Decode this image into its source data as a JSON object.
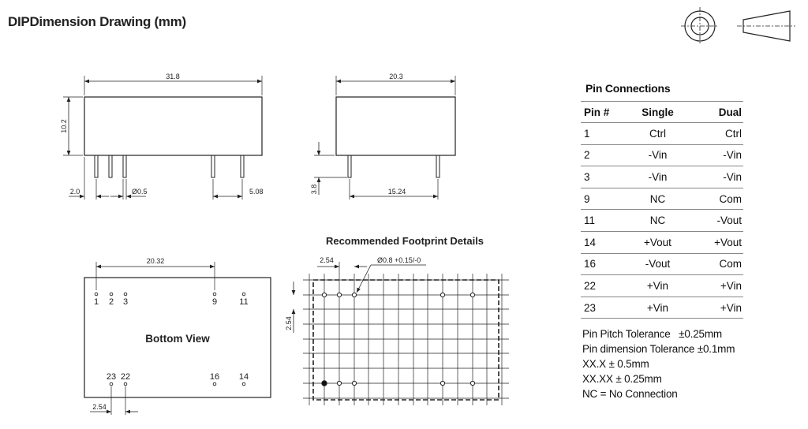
{
  "title": "DIPDimension Drawing (mm)",
  "icons": [
    "projection-circle-icon",
    "projection-cone-icon"
  ],
  "front_view": {
    "width_label": "31.8",
    "height_label": "10.2",
    "edge_offset_label": "2.0",
    "pin_diameter_label": "Ø0.5",
    "pin_spacing_label": "5.08"
  },
  "side_view": {
    "width_label": "20.3",
    "pin_length_label": "3.8",
    "row_spacing_label": "15.24"
  },
  "bottom_view": {
    "label": "Bottom View",
    "span_label": "20.32",
    "pitch_label": "2.54",
    "top_pins": [
      "1",
      "2",
      "3",
      "9",
      "11"
    ],
    "bottom_pins": [
      "23",
      "22",
      "16",
      "14"
    ]
  },
  "footprint": {
    "title": "Recommended Footprint Details",
    "pitch_label": "2.54",
    "hole_label": "Ø0.8 +0.15/-0",
    "vertical_pitch_label": "2.54"
  },
  "pin_connections": {
    "title": "Pin Connections",
    "headers": [
      "Pin #",
      "Single",
      "Dual"
    ],
    "rows": [
      [
        "1",
        "Ctrl",
        "Ctrl"
      ],
      [
        "2",
        "-Vin",
        "-Vin"
      ],
      [
        "3",
        "-Vin",
        "-Vin"
      ],
      [
        "9",
        "NC",
        "Com"
      ],
      [
        "11",
        "NC",
        "-Vout"
      ],
      [
        "14",
        "+Vout",
        "+Vout"
      ],
      [
        "16",
        "-Vout",
        "Com"
      ],
      [
        "22",
        "+Vin",
        "+Vin"
      ],
      [
        "23",
        "+Vin",
        "+Vin"
      ]
    ],
    "notes": [
      "Pin Pitch Tolerance   ±0.25mm",
      "Pin dimension Tolerance ±0.1mm",
      "XX.X ± 0.5mm",
      "XX.XX ± 0.25mm",
      "NC = No Connection"
    ]
  }
}
